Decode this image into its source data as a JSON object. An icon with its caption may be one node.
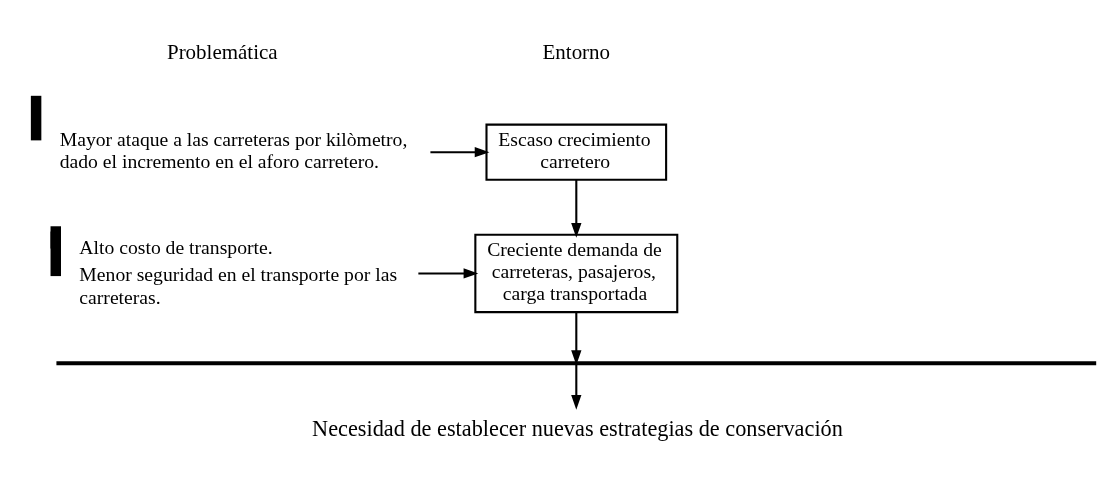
{
  "diagram": {
    "nodes": [
      {
        "text": [
          "Escaso crecimiento carretero"
        ]
      },
      {
        "text": [
          "Mayor ataque a las carreteras por kilòmetro, dado el incremento en el aforo carretero."
        ]
      },
      {
        "text": [
          "Creciente demanda de carreteras, pasajeros, carga transportada"
        ]
      },
      {
        "text": [
          "Alto costo de transporte.",
          "Menor seguridad en el transporte por las carreteras."
        ]
      },
      {
        "text": [],
        "shape": "bar"
      },
      {
        "text": [
          "Necesidad de establecer nuevas estrategias de conservación"
        ]
      }
    ],
    "edges": [
      {
        "from": 1,
        "to": 0,
        "arrow": "to"
      },
      {
        "from": 0,
        "to": 2,
        "arrow": "to"
      },
      {
        "from": 3,
        "to": 2,
        "arrow": "to"
      },
      {
        "from": 2,
        "to": 4,
        "arrow": "to"
      },
      {
        "from": 4,
        "to": 5,
        "arrow": "to"
      }
    ],
    "labels": [
      "Entorno",
      "Problemática"
    ]
  }
}
